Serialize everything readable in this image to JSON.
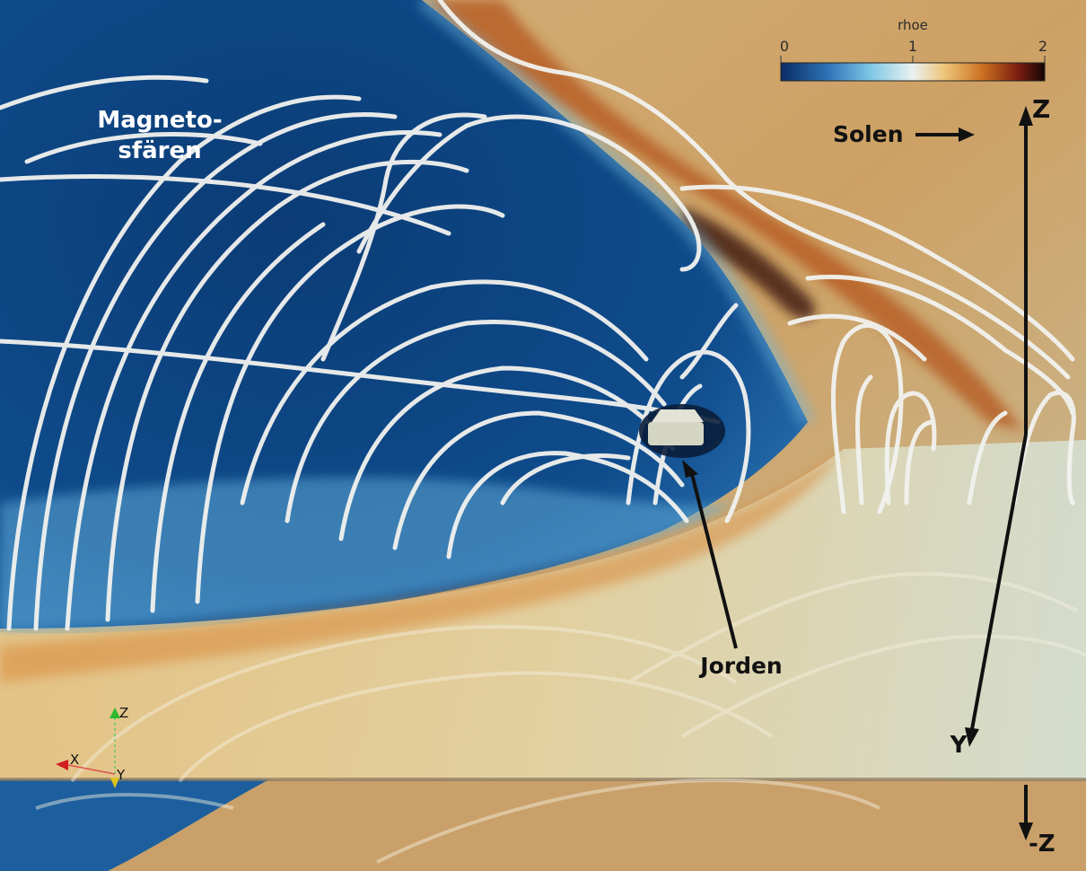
{
  "colorbar": {
    "title": "rhoe",
    "ticks": [
      "0",
      "1",
      "2"
    ],
    "colors": [
      "#0a2c63",
      "#2f74b8",
      "#7fc7e6",
      "#e9f1ef",
      "#eec57a",
      "#cc7322",
      "#7b1d10",
      "#140606"
    ]
  },
  "labels": {
    "magnetosphere_line1": "Magneto-",
    "magnetosphere_line2": "sfären",
    "sun": "Solen",
    "earth": "Jorden",
    "axis_z": "Z",
    "axis_y": "Y",
    "axis_neg_z": "-Z"
  },
  "orientation": {
    "z": "Z",
    "x": "X",
    "y": "Y"
  },
  "palette": {
    "magnetosphere_blue": "#0f4a86",
    "deep_blue": "#0a3a72",
    "solar_wind": "#d39a4d",
    "bow_shock": "#b4561c",
    "field_line": "#f0f0ee",
    "earth": "#d4d6c3"
  }
}
